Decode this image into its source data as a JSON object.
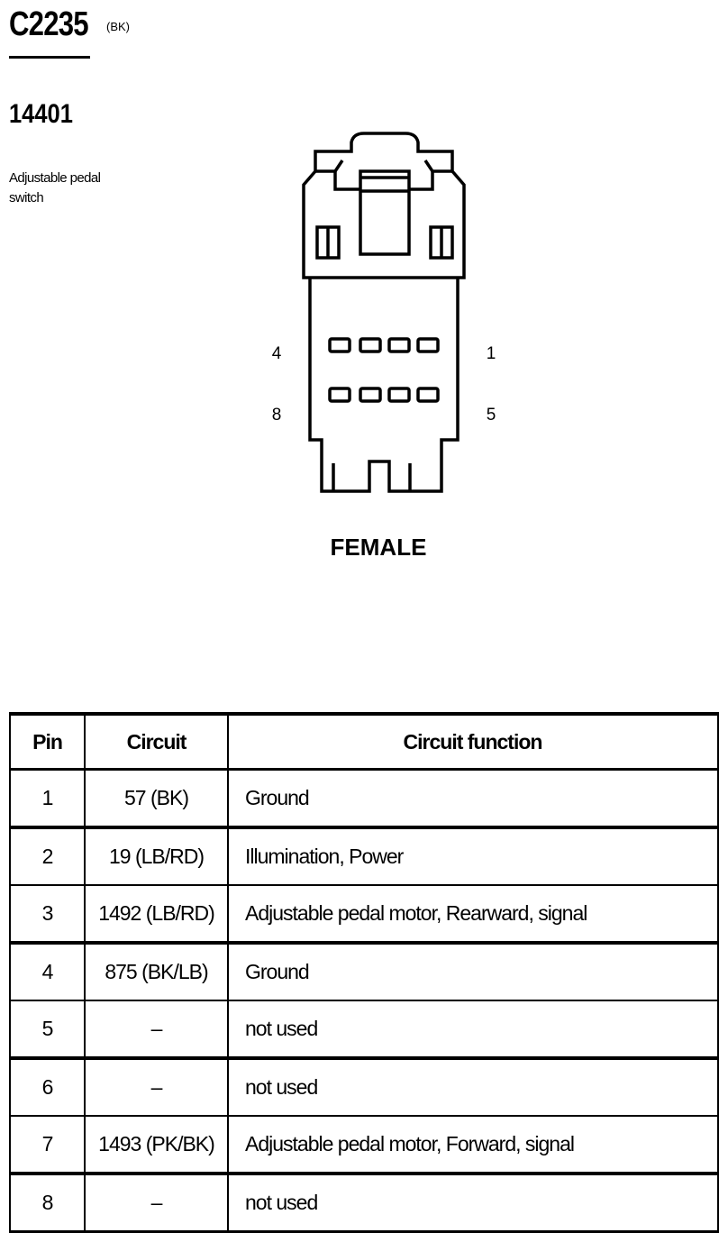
{
  "connector": {
    "id": "C2235",
    "color": "(BK)",
    "part_number": "14401",
    "description": "Adjustable pedal switch"
  },
  "diagram": {
    "pin_labels": {
      "top_left": "4",
      "bottom_left": "8",
      "top_right": "1",
      "bottom_right": "5"
    },
    "gender": "FEMALE"
  },
  "table": {
    "headers": [
      "Pin",
      "Circuit",
      "Circuit function"
    ],
    "rows": [
      {
        "pin": "1",
        "circuit": "57 (BK)",
        "function": "Ground"
      },
      {
        "pin": "2",
        "circuit": "19 (LB/RD)",
        "function": "Illumination, Power"
      },
      {
        "pin": "3",
        "circuit": "1492 (LB/RD)",
        "function": "Adjustable pedal motor, Rearward, signal"
      },
      {
        "pin": "4",
        "circuit": "875 (BK/LB)",
        "function": "Ground"
      },
      {
        "pin": "5",
        "circuit": "–",
        "function": "not used"
      },
      {
        "pin": "6",
        "circuit": "–",
        "function": "not used"
      },
      {
        "pin": "7",
        "circuit": "1493 (PK/BK)",
        "function": "Adjustable pedal motor, Forward, signal"
      },
      {
        "pin": "8",
        "circuit": "–",
        "function": "not used"
      }
    ]
  }
}
